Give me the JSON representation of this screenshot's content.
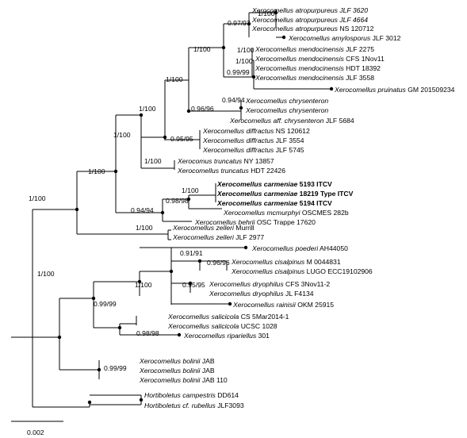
{
  "tips": [
    {
      "id": "t1",
      "genus": "Xerocomellus",
      "rest": "atropurpureus JLF 3620",
      "code": ""
    },
    {
      "id": "t2",
      "genus": "Xerocomellus",
      "rest": "atropurpureus JLF 4664",
      "code": ""
    },
    {
      "id": "t3",
      "genus": "Xerocomellus",
      "rest": "atropurpureus",
      "code": "NS 120712"
    },
    {
      "id": "t4",
      "genus": "Xerocomellus",
      "rest": "amylosporus",
      "code": "JLF 3012"
    },
    {
      "id": "t5",
      "genus": "Xerocomellus",
      "rest": "mendocinensis",
      "code": "JLF 2275"
    },
    {
      "id": "t6",
      "genus": "Xerocomellus",
      "rest": "mendocinensis",
      "code": "CFS 1Nov11"
    },
    {
      "id": "t7",
      "genus": "Xerocomellus",
      "rest": "mendocinensis",
      "code": "HDT 18392"
    },
    {
      "id": "t8",
      "genus": "Xerocomellus",
      "rest": "mendocinensis",
      "code": "JLF 3558"
    },
    {
      "id": "t9",
      "genus": "Xerocomellus",
      "rest": "pruinatus",
      "code": "GM 201509234"
    },
    {
      "id": "t10",
      "genus": "Xerocomellus",
      "rest": "chrysenteron",
      "code": ""
    },
    {
      "id": "t11",
      "genus": "Xerocomellus",
      "rest": "chrysenteron",
      "code": ""
    },
    {
      "id": "t12",
      "genus": "Xerocomellus",
      "rest": "aff. chrysenteron",
      "code": "JLF 5684"
    },
    {
      "id": "t13",
      "genus": "Xerocomellus",
      "rest": "diffractus",
      "code": "NS 120612"
    },
    {
      "id": "t14",
      "genus": "Xerocomellus",
      "rest": "diffractus",
      "code": "JLF 3554"
    },
    {
      "id": "t15",
      "genus": "Xerocomellus",
      "rest": "diffractus",
      "code": "JLF 5745"
    },
    {
      "id": "t16",
      "genus": "Xerocomus",
      "rest": "truncatus",
      "code": "NY 13857"
    },
    {
      "id": "t17",
      "genus": "Xerocomellus",
      "rest": "truncatus",
      "code": "HDT 22426"
    },
    {
      "id": "t18",
      "genus": "Xerocomellus carmeniae",
      "rest": "",
      "code": "5193 ITCV",
      "bold": true
    },
    {
      "id": "t19",
      "genus": "Xerocomellus carmeniae",
      "rest": "",
      "code": "18219 Type ITCV",
      "bold": true
    },
    {
      "id": "t20",
      "genus": "Xerocomellus carmeniae",
      "rest": "",
      "code": "5194 ITCV",
      "bold": true
    },
    {
      "id": "t21",
      "genus": "Xerocomellus",
      "rest": "mcmurphyi",
      "code": "OSCMES 282b"
    },
    {
      "id": "t22",
      "genus": "Xerocomellus",
      "rest": "behrii",
      "code": "OSC Trappe 17620"
    },
    {
      "id": "t23",
      "genus": "Xerocomellus",
      "rest": "zelleri",
      "code": "Murrill"
    },
    {
      "id": "t24",
      "genus": "Xerocomellus",
      "rest": "zelleri",
      "code": "JLF 2977"
    },
    {
      "id": "t25",
      "genus": "Xerocomellus",
      "rest": "poederi",
      "code": "AH44050"
    },
    {
      "id": "t26",
      "genus": "Xerocomellus",
      "rest": "cisalpinus",
      "code": "M 0044831"
    },
    {
      "id": "t27",
      "genus": "Xerocomellus",
      "rest": "cisalpinus",
      "code": "LUGO ECC19102906"
    },
    {
      "id": "t28",
      "genus": "Xerocomellus",
      "rest": "dryophilus",
      "code": "CFS 3Nov11-2"
    },
    {
      "id": "t29",
      "genus": "Xerocomellus",
      "rest": "dryophilus",
      "code": "JL F4134"
    },
    {
      "id": "t30",
      "genus": "Xerocomellus",
      "rest": "rainisii",
      "code": "OKM 25915"
    },
    {
      "id": "t31",
      "genus": "Xerocomellus",
      "rest": "salicicola",
      "code": "CS 5Mar2014-1"
    },
    {
      "id": "t32",
      "genus": "Xerocomellus",
      "rest": "salicicola",
      "code": "UCSC 1028"
    },
    {
      "id": "t33",
      "genus": "Xerocomellus",
      "rest": "ripariellus",
      "code": "301"
    },
    {
      "id": "t34",
      "genus": "Xerocomellus",
      "rest": "bolinii",
      "code": "JAB"
    },
    {
      "id": "t35",
      "genus": "Xerocomellus",
      "rest": "bolinii",
      "code": "JAB"
    },
    {
      "id": "t36",
      "genus": "Xerocomellus",
      "rest": "bolinii",
      "code": "JAB 110"
    },
    {
      "id": "t37",
      "genus": "Hortiboletus",
      "rest": "campestris",
      "code": "DD614"
    },
    {
      "id": "t38",
      "genus": "Hortiboletus",
      "rest": "cf. rubellus",
      "code": "JLF3093"
    }
  ],
  "support": [
    {
      "id": "s1",
      "text": "1/100"
    },
    {
      "id": "s2",
      "text": "0.97/97"
    },
    {
      "id": "s3",
      "text": "1/100"
    },
    {
      "id": "s4",
      "text": "1/100"
    },
    {
      "id": "s5",
      "text": "1/100"
    },
    {
      "id": "s6",
      "text": "0.99/99"
    },
    {
      "id": "s7",
      "text": "1/100"
    },
    {
      "id": "s8",
      "text": "0.94/94"
    },
    {
      "id": "s9",
      "text": "0.96/96"
    },
    {
      "id": "s10",
      "text": "1/100"
    },
    {
      "id": "s11",
      "text": "0.95/95"
    },
    {
      "id": "s12",
      "text": "1/100"
    },
    {
      "id": "s13",
      "text": "1/100"
    },
    {
      "id": "s14",
      "text": "1/100"
    },
    {
      "id": "s15",
      "text": "1/100"
    },
    {
      "id": "s16",
      "text": "0.98/98"
    },
    {
      "id": "s17",
      "text": "0.94/94"
    },
    {
      "id": "s18",
      "text": "1/100"
    },
    {
      "id": "s19",
      "text": "1/100"
    },
    {
      "id": "s20",
      "text": "1/100"
    },
    {
      "id": "s21",
      "text": "0.91/91"
    },
    {
      "id": "s22",
      "text": "0.96/96"
    },
    {
      "id": "s23",
      "text": "0.95/95"
    },
    {
      "id": "s24",
      "text": "1/100"
    },
    {
      "id": "s25",
      "text": "0.98/98"
    },
    {
      "id": "s26",
      "text": "0.99/99"
    },
    {
      "id": "s27",
      "text": "0.99/99"
    }
  ],
  "scale": {
    "label": "0.002"
  }
}
